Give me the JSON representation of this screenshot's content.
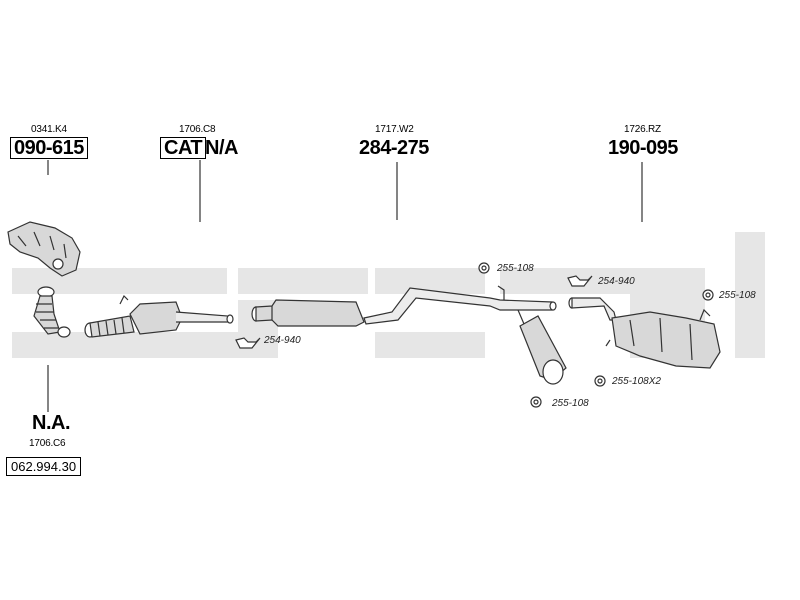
{
  "groups": [
    {
      "code": "0341.K4",
      "part": "090-615"
    },
    {
      "code": "1706.C8",
      "prefix": "CAT",
      "part": "N/A"
    },
    {
      "code": "1717.W2",
      "part": "284-275"
    },
    {
      "code": "1726.RZ",
      "part": "190-095"
    },
    {
      "code": "1706.C6",
      "part": "N.A."
    }
  ],
  "small_parts": [
    "254-940",
    "255-108",
    "254-940",
    "255-108",
    "255-108X2",
    "255-108"
  ],
  "reference": "062.994.30",
  "colors": {
    "watermark": "#e6e6e6",
    "line": "#333333",
    "part_fill": "#d8d8d8"
  }
}
